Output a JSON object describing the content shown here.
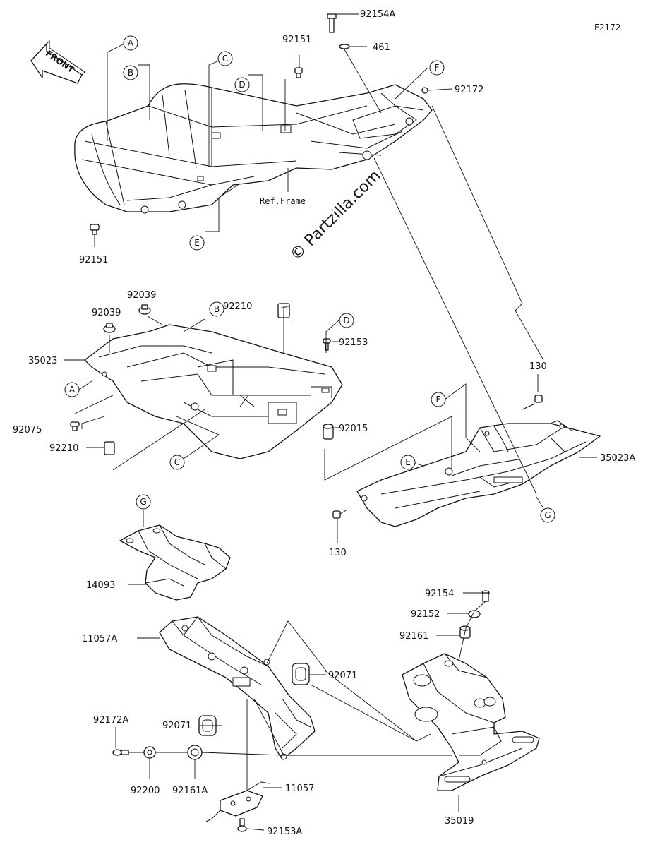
{
  "figure_code": "F2172",
  "front_label": "FRONT",
  "ref_frame_label": "Ref.Frame",
  "watermark": "© Partzilla.com",
  "callouts": {
    "a1": "A",
    "a2": "A",
    "b1": "B",
    "b2": "B",
    "c1": "C",
    "c2": "C",
    "d1": "D",
    "d2": "D",
    "e1": "E",
    "e2": "E",
    "f1": "F",
    "f2": "F",
    "g1": "G",
    "g2": "G"
  },
  "parts": {
    "p92154A": "92154A",
    "p461": "461",
    "p92151_top": "92151",
    "p92172": "92172",
    "p92151_bottom": "92151",
    "p92039_a": "92039",
    "p92039_b": "92039",
    "p92210_top": "92210",
    "p92153": "92153",
    "p35023": "35023",
    "p92075": "92075",
    "p92210_bottom": "92210",
    "p92015": "92015",
    "p130_top": "130",
    "p35023A": "35023A",
    "p130_bottom": "130",
    "p14093": "14093",
    "p11057A": "11057A",
    "p92071_right": "92071",
    "p92071_left": "92071",
    "p92172A": "92172A",
    "p92200": "92200",
    "p92161A": "92161A",
    "p11057": "11057",
    "p92153A": "92153A",
    "p92154": "92154",
    "p92152": "92152",
    "p92161": "92161",
    "p35019": "35019"
  }
}
